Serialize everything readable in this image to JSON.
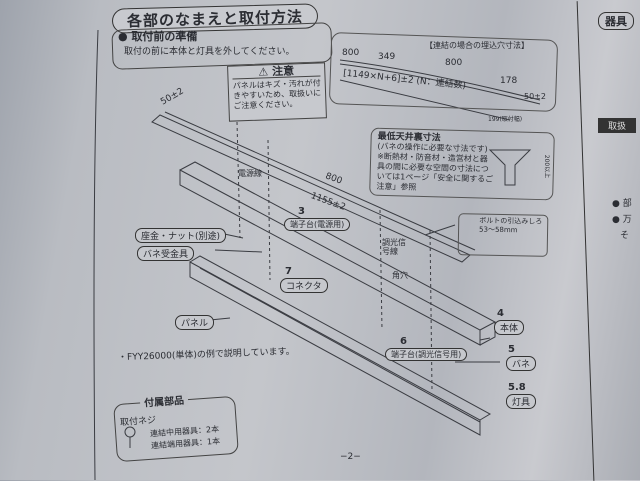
{
  "page": {
    "title": "各部のなまえと取付方法",
    "prep_heading": "取付前の準備",
    "prep_text": "取付の前に本体と灯具を外してください。",
    "caution_title": "注意",
    "caution_text": "パネルはキズ・汚れが付きやすいため、取扱いにご注意ください。",
    "joint_title": "【連結の場合の埋込穴寸法】",
    "joint_dims": [
      "800",
      "349",
      "800",
      "178",
      "50±2"
    ],
    "joint_formula": "[1149×N+6]±2 (N：連結数)",
    "ceiling_title": "最低天井裏寸法",
    "ceiling_sub": "(バネの操作に必要な寸法です)",
    "ceiling_note": "※断熱材・防音材・造営材と器具の間に必要な空間の寸法については1ページ「安全に関するご注意」参照",
    "ceiling_w": "199(取付幅)",
    "ceiling_h": "200以上",
    "bolt_text": "ボルトの引込みしろ",
    "bolt_range": "53～58mm",
    "dim_50": "50±2",
    "dim_800": "800",
    "dim_1155": "1155±2",
    "label_power_wire": "電源線",
    "label_dimmer_wire": "調光信号線",
    "label_square_hole": "角穴",
    "parts": [
      {
        "num": "",
        "label": "座金・ナット(別途)"
      },
      {
        "num": "",
        "label": "バネ受金具"
      },
      {
        "num": "",
        "label": "パネル"
      },
      {
        "num": "3",
        "label": "端子台(電源用)"
      },
      {
        "num": "4",
        "label": "本体"
      },
      {
        "num": "5",
        "label": "バネ"
      },
      {
        "num": "5.8",
        "label": "灯具"
      },
      {
        "num": "6",
        "label": "端子台(調光信号用)"
      },
      {
        "num": "7",
        "label": "コネクタ"
      }
    ],
    "model_note": "・FYY26000(単体)の例で説明しています。",
    "accessories_title": "付属部品",
    "screw_label": "取付ネジ",
    "acc_line1": "連結中用器具：2本",
    "acc_line2": "連結端用器具：1本",
    "page_number": "−2−"
  },
  "right_page": {
    "heading": "器具",
    "dark_heading": "取扱",
    "bullets": [
      "部",
      "万",
      "そ"
    ]
  }
}
